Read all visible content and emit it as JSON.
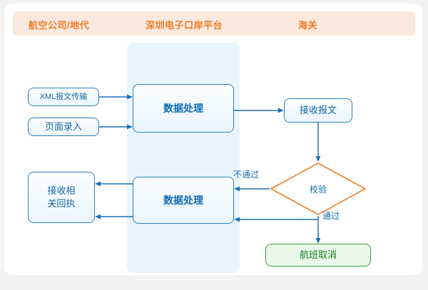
{
  "lanes": [
    {
      "label": "航空公司/地代"
    },
    {
      "label": "深圳电子口岸平台"
    },
    {
      "label": "海关"
    }
  ],
  "nodes": {
    "xml_transfer": {
      "label": "XML报文传输",
      "shape": "rounded-rect",
      "color": "#1465a0"
    },
    "page_entry": {
      "label": "页面录入",
      "shape": "rounded-rect",
      "color": "#1465a0"
    },
    "data_process_1": {
      "label": "数据处理",
      "shape": "rounded-rect",
      "color": "#0e6cb5"
    },
    "receive_message": {
      "label": "接收报文",
      "shape": "rounded-rect",
      "color": "#1465a0"
    },
    "validation": {
      "label": "校验",
      "shape": "diamond",
      "color": "#f07c24"
    },
    "data_process_2": {
      "label": "数据处理",
      "shape": "rounded-rect",
      "color": "#0e6cb5"
    },
    "receive_receipt": {
      "label": "接收相\n关回执",
      "line1": "接收相",
      "line2": "关回执",
      "shape": "rounded-rect",
      "color": "#1465a0"
    },
    "flight_cancel": {
      "label": "航班取消",
      "shape": "rounded-rect",
      "color": "#1d7a20"
    }
  },
  "edge_labels": {
    "fail": "不通过",
    "pass": "通过"
  },
  "colors": {
    "page_background": "#f2f2f2",
    "card_background": "#ffffff",
    "lane_header_background": "#fbe9e0",
    "lane_title_text": "#f07c24",
    "swimlane_band": "#e8f5fc",
    "node_border_blue": "#2e7fb8",
    "node_border_green": "#34a336",
    "node_fill_green": "#e9f8e9",
    "diamond_border": "#f07c24",
    "connector": "#1b6fb5"
  },
  "chart_data": {
    "type": "flowchart",
    "title": "",
    "lanes": [
      "航空公司/地代",
      "深圳电子口岸平台",
      "海关"
    ],
    "nodes": [
      {
        "id": "xml_transfer",
        "label": "XML报文传输",
        "lane": "航空公司/地代",
        "type": "process"
      },
      {
        "id": "page_entry",
        "label": "页面录入",
        "lane": "航空公司/地代",
        "type": "process"
      },
      {
        "id": "data_process_1",
        "label": "数据处理",
        "lane": "深圳电子口岸平台",
        "type": "process"
      },
      {
        "id": "receive_message",
        "label": "接收报文",
        "lane": "海关",
        "type": "process"
      },
      {
        "id": "validation",
        "label": "校验",
        "lane": "海关",
        "type": "decision"
      },
      {
        "id": "flight_cancel",
        "label": "航班取消",
        "lane": "海关",
        "type": "terminal"
      },
      {
        "id": "data_process_2",
        "label": "数据处理",
        "lane": "深圳电子口岸平台",
        "type": "process"
      },
      {
        "id": "receive_receipt",
        "label": "接收相关回执",
        "lane": "航空公司/地代",
        "type": "process"
      }
    ],
    "edges": [
      {
        "from": "xml_transfer",
        "to": "data_process_1",
        "label": ""
      },
      {
        "from": "page_entry",
        "to": "data_process_1",
        "label": ""
      },
      {
        "from": "data_process_1",
        "to": "receive_message",
        "label": ""
      },
      {
        "from": "receive_message",
        "to": "validation",
        "label": ""
      },
      {
        "from": "validation",
        "to": "data_process_2",
        "label": "不通过"
      },
      {
        "from": "validation",
        "to": "flight_cancel",
        "label": "通过"
      },
      {
        "from": "validation",
        "to": "data_process_2",
        "label": ""
      },
      {
        "from": "data_process_2",
        "to": "receive_receipt",
        "label": ""
      },
      {
        "from": "data_process_2",
        "to": "receive_receipt",
        "label": ""
      }
    ]
  }
}
